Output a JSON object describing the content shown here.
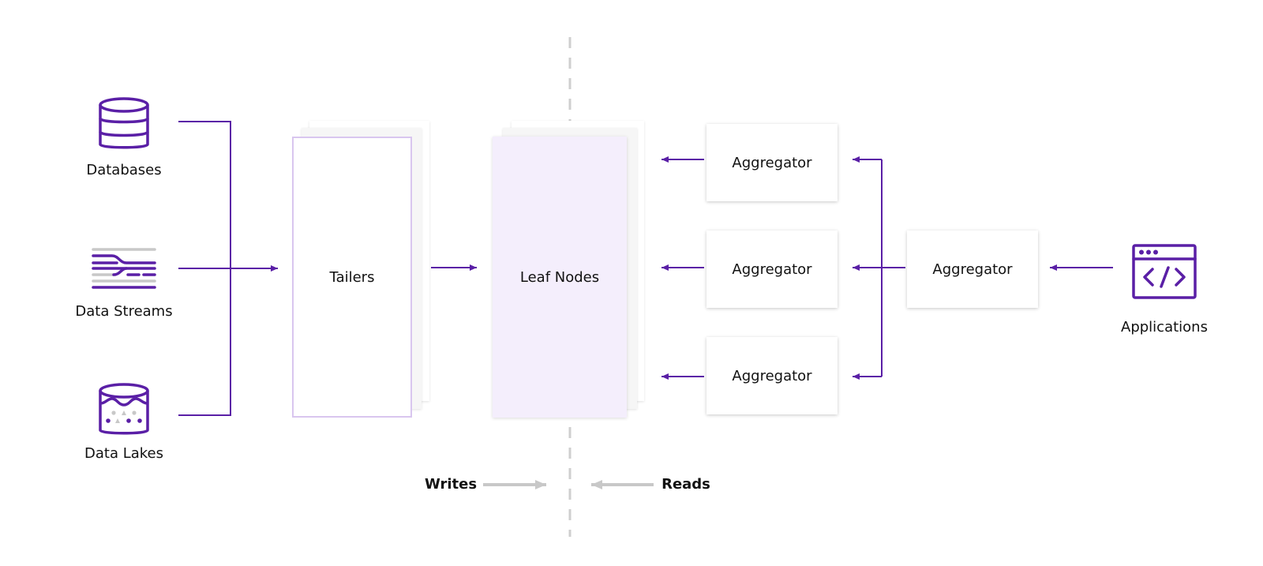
{
  "sources": {
    "databases": "Databases",
    "streams": "Data Streams",
    "lakes": "Data Lakes"
  },
  "tailers": "Tailers",
  "leaf_nodes": "Leaf Nodes",
  "aggregators": {
    "top": "Aggregator",
    "middle": "Aggregator",
    "bottom": "Aggregator",
    "root": "Aggregator"
  },
  "applications": "Applications",
  "legend": {
    "writes": "Writes",
    "reads": "Reads"
  },
  "colors": {
    "accent": "#5a1fa6",
    "gray_arrow": "#c8c8c8",
    "leaf_fill": "#f4eefc",
    "tailer_border": "#d9c6ef"
  }
}
